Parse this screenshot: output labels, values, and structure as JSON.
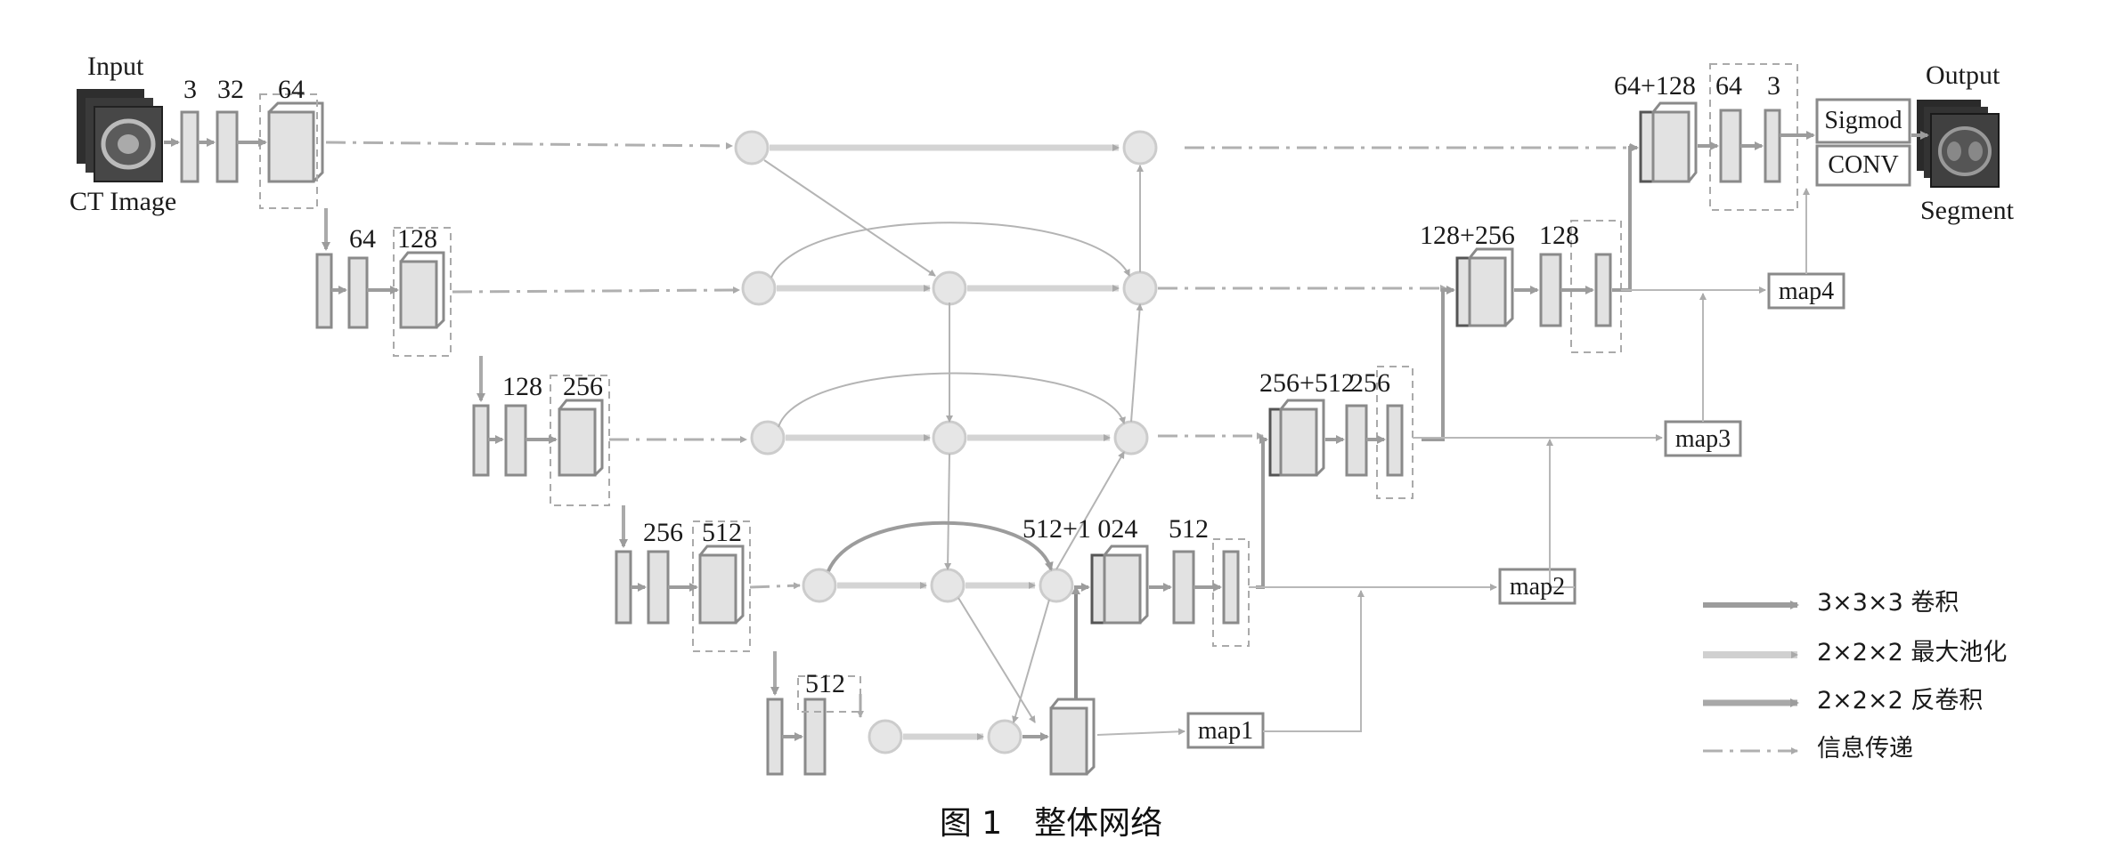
{
  "labels": {
    "input": "Input",
    "ct_image": "CT Image",
    "output": "Output",
    "segment": "Segment",
    "sigmod": "Sigmod",
    "conv": "CONV"
  },
  "encoder": {
    "l1": [
      "3",
      "32",
      "64"
    ],
    "l2": [
      "64",
      "128"
    ],
    "l3": [
      "128",
      "256"
    ],
    "l4": [
      "256",
      "512"
    ],
    "l5": [
      "512"
    ]
  },
  "decoder": {
    "d4": [
      "512+1 024",
      "512"
    ],
    "d3": [
      "256+512",
      "256"
    ],
    "d2": [
      "128+256",
      "128"
    ],
    "d1": [
      "64+128",
      "64",
      "3"
    ]
  },
  "maps": [
    "map1",
    "map2",
    "map3",
    "map4"
  ],
  "legend": [
    {
      "text": "3×3×3 卷积",
      "style": "conv"
    },
    {
      "text": "2×2×2 最大池化",
      "style": "pool"
    },
    {
      "text": "2×2×2 反卷积",
      "style": "deconv"
    },
    {
      "text": "信息传递",
      "style": "skip"
    }
  ],
  "caption": {
    "figure": "图 1",
    "title": "整体网络"
  },
  "colors": {
    "block_face": "#e2e2e2",
    "block_edge": "#8a8a8a",
    "arrow": "#9c9c9c",
    "node": "#e6e6e6"
  }
}
